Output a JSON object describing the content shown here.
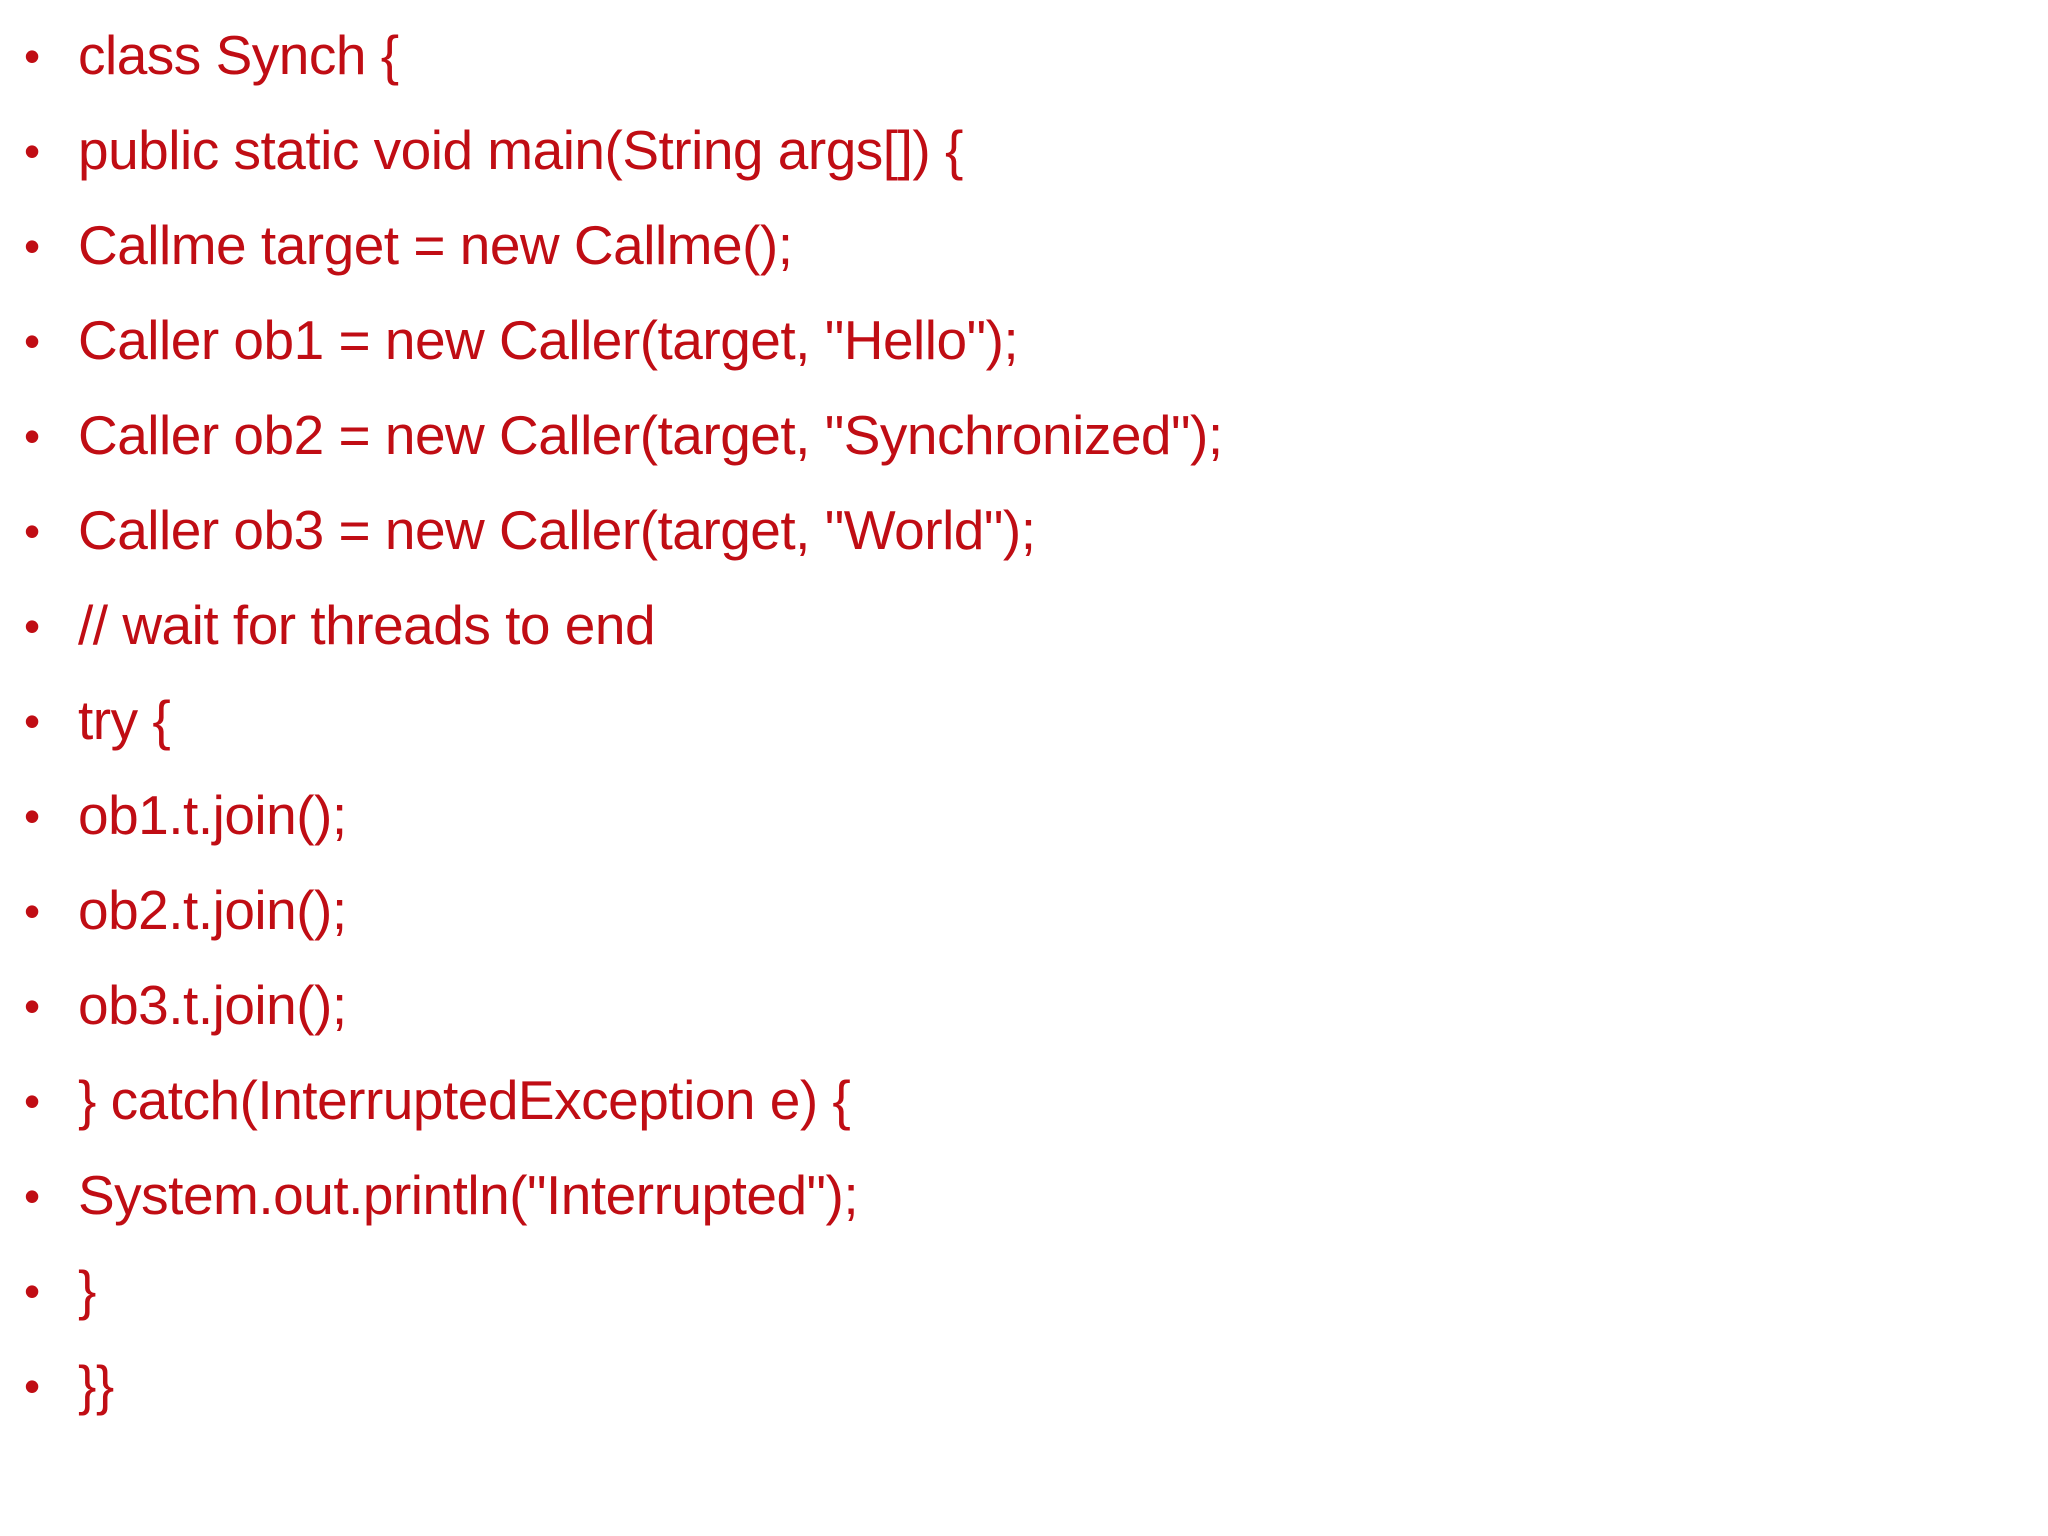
{
  "slide": {
    "background_color": "#FFFFFF",
    "text_color": "#C00D14",
    "bullet_glyph": "•",
    "lines": [
      "class Synch {",
      "public static void main(String args[]) {",
      "Callme target = new Callme();",
      "Caller ob1 = new Caller(target, \"Hello\");",
      "Caller ob2 = new Caller(target, \"Synchronized\");",
      "Caller ob3 = new Caller(target, \"World\");",
      "// wait for threads to end",
      "try {",
      "ob1.t.join();",
      "ob2.t.join();",
      "ob3.t.join();",
      "} catch(InterruptedException e) {",
      "System.out.println(\"Interrupted\");",
      "}",
      "}}"
    ]
  }
}
